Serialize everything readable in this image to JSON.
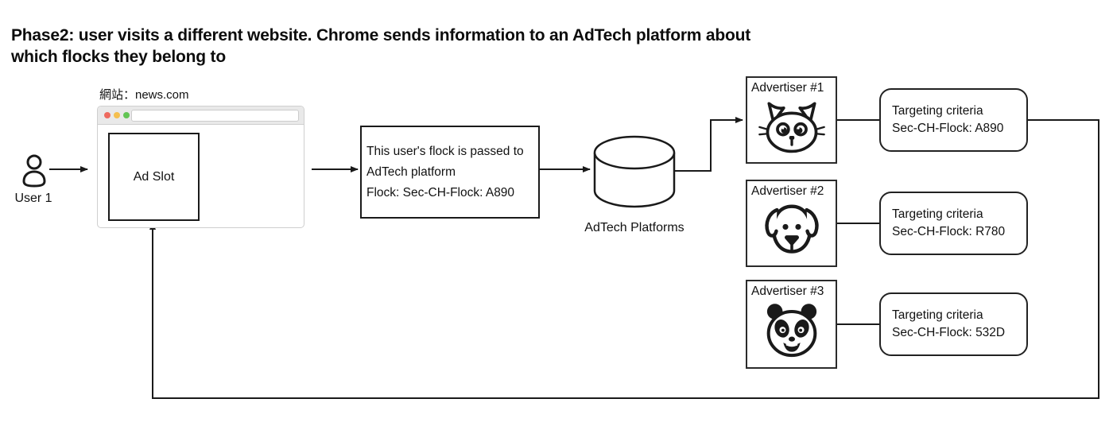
{
  "title": {
    "line1": "Phase2:  user visits a different website. Chrome sends information to an AdTech platform about",
    "line2": "which flocks they belong to"
  },
  "user": {
    "label": "User 1",
    "icon": "user-icon"
  },
  "website": {
    "label": "網站：news.com",
    "ad_slot_label": "Ad Slot",
    "url_value": "",
    "traffic_lights": [
      "close-icon",
      "minimize-icon",
      "zoom-icon"
    ]
  },
  "flock_message": {
    "line1": "This user's flock is passed to",
    "line2": "AdTech platform",
    "line3": "Flock: Sec-CH-Flock: A890"
  },
  "adtech": {
    "label": "AdTech Platforms",
    "icon": "database-icon"
  },
  "advertisers": [
    {
      "label": "Advertiser #1",
      "icon": "cat-icon",
      "targeting": {
        "line1": "Targeting criteria",
        "line2": "Sec-CH-Flock: A890"
      }
    },
    {
      "label": "Advertiser #2",
      "icon": "dog-icon",
      "targeting": {
        "line1": "Targeting criteria",
        "line2": "Sec-CH-Flock: R780"
      }
    },
    {
      "label": "Advertiser #3",
      "icon": "panda-icon",
      "targeting": {
        "line1": "Targeting criteria",
        "line2": "Sec-CH-Flock: 532D"
      }
    }
  ],
  "colors": {
    "line": "#1a1a1a",
    "traffic_red": "#ee6a5f",
    "traffic_yellow": "#f5bf4f",
    "traffic_green": "#62c554",
    "browser_border": "#cfcfcf",
    "titlebar_bg": "#e9e9e9"
  }
}
